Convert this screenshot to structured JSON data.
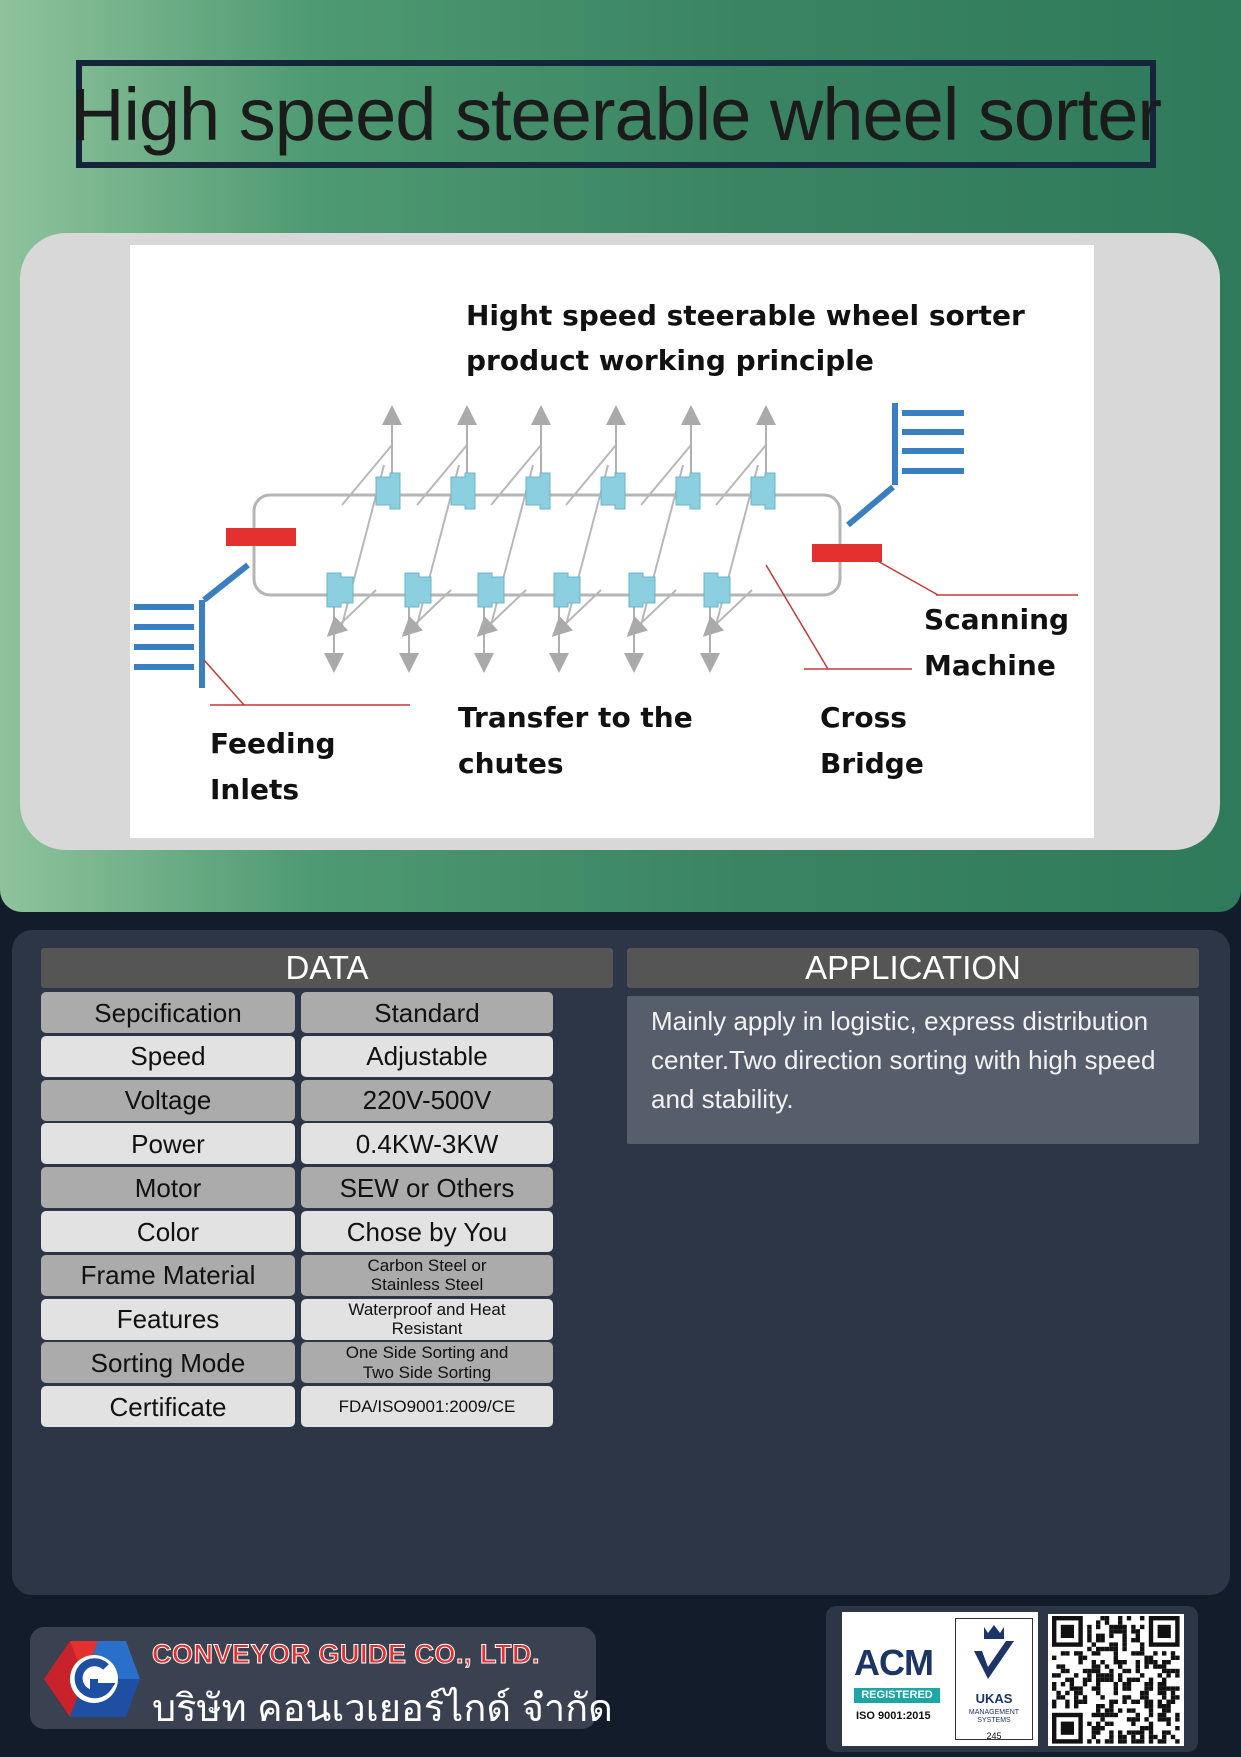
{
  "title": "High speed steerable wheel sorter",
  "diagram": {
    "title_line1": "Hight speed steerable wheel sorter",
    "title_line2": "product  working principle",
    "label_scanning_1": "Scanning",
    "label_scanning_2": "Machine",
    "label_transfer_1": "Transfer to  the",
    "label_transfer_2": "chutes",
    "label_cross_1": "Cross",
    "label_cross_2": "Bridge",
    "label_feeding_1": "Feeding",
    "label_feeding_2": "Inlets"
  },
  "data_section": {
    "heading": "DATA",
    "rows": [
      {
        "spec": "Sepcification",
        "value": "Standard",
        "shade": "dark",
        "small": false
      },
      {
        "spec": "Speed",
        "value": "Adjustable",
        "shade": "light",
        "small": false
      },
      {
        "spec": "Voltage",
        "value": "220V-500V",
        "shade": "dark",
        "small": false
      },
      {
        "spec": "Power",
        "value": "0.4KW-3KW",
        "shade": "light",
        "small": false
      },
      {
        "spec": "Motor",
        "value": "SEW or Others",
        "shade": "dark",
        "small": false
      },
      {
        "spec": "Color",
        "value": "Chose by You",
        "shade": "light",
        "small": false
      },
      {
        "spec": "Frame Material",
        "value_lines": [
          "Carbon Steel or",
          "Stainless Steel"
        ],
        "shade": "dark",
        "small": true
      },
      {
        "spec": "Features",
        "value_lines": [
          "Waterproof and Heat",
          "Resistant"
        ],
        "shade": "light",
        "small": true
      },
      {
        "spec": "Sorting Mode",
        "value_lines": [
          "One Side Sorting and",
          "Two Side Sorting"
        ],
        "shade": "dark",
        "small": true
      },
      {
        "spec": "Certificate",
        "value": "FDA/ISO9001:2009/CE",
        "shade": "light",
        "small": true
      }
    ]
  },
  "application": {
    "heading": "APPLICATION",
    "text": "Mainly apply in logistic, express distribution center.Two direction sorting with high speed and stability."
  },
  "company": {
    "name_en": "CONVEYOR GUIDE CO., LTD.",
    "name_th": "บริษัท คอนเวเยอร์ไกด์ จำกัด"
  },
  "certs": {
    "acm": "ACM",
    "acm_registered": "REGISTERED",
    "acm_iso": "ISO 9001:2015",
    "ukas": "UKAS",
    "ukas_sub_1": "MANAGEMENT",
    "ukas_sub_2": "SYSTEMS",
    "ukas_num": "245"
  },
  "colors": {
    "accent_red": "#e53030",
    "roller_blue": "#8ccfe0",
    "header_green": "#3a8462"
  }
}
